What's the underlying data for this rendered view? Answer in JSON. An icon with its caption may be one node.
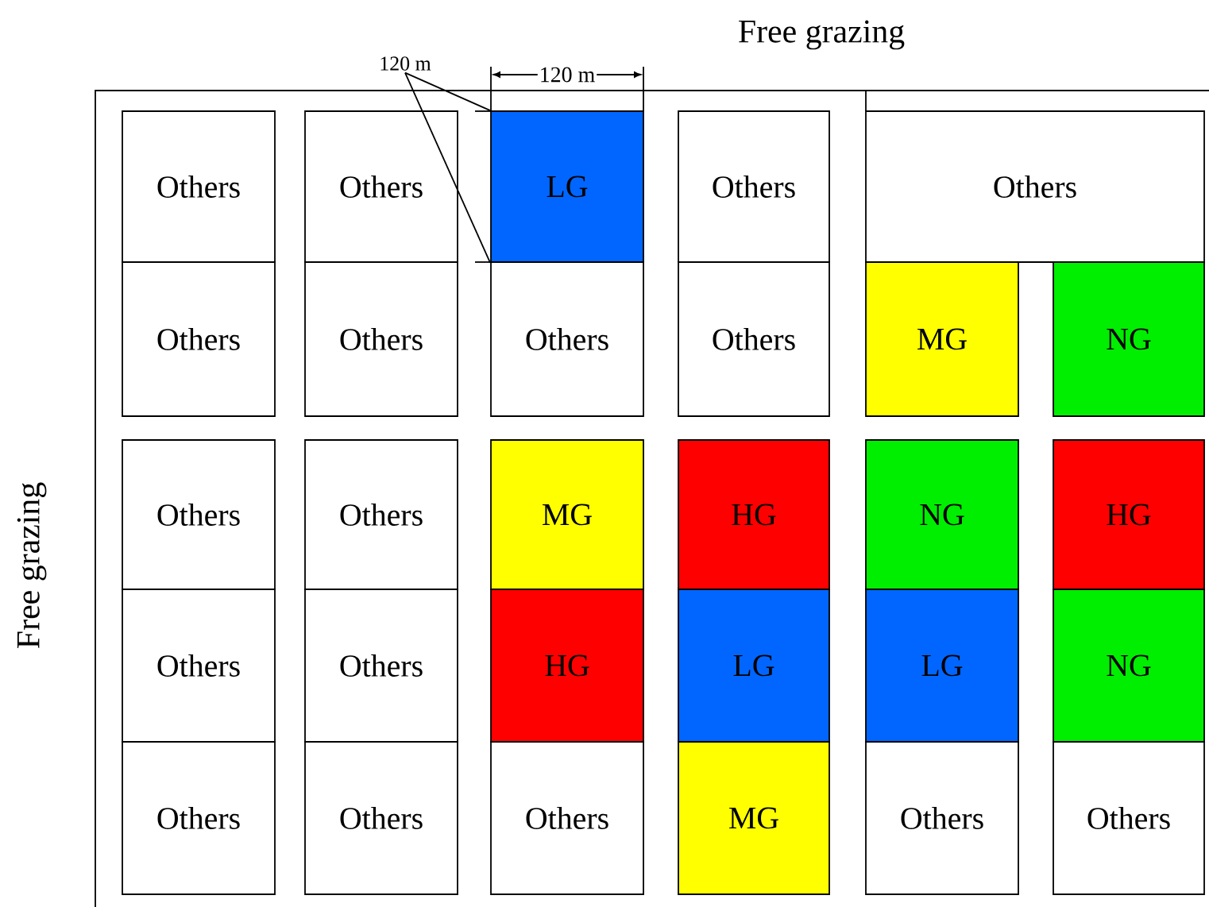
{
  "diagram": {
    "nodes": [
      {
        "text": [
          "Others"
        ]
      },
      {
        "text": [
          "Others"
        ]
      },
      {
        "text": [
          "LG"
        ]
      },
      {
        "text": [
          "Others"
        ]
      },
      {
        "text": [
          "Others"
        ]
      },
      {
        "text": [
          "Others"
        ]
      },
      {
        "text": [
          "Others"
        ]
      },
      {
        "text": [
          "Others"
        ]
      },
      {
        "text": [
          "Others"
        ]
      },
      {
        "text": [
          "MG"
        ]
      },
      {
        "text": [
          "NG"
        ]
      },
      {
        "text": [
          "Others"
        ]
      },
      {
        "text": [
          "Others"
        ]
      },
      {
        "text": [
          "MG"
        ]
      },
      {
        "text": [
          "HG"
        ]
      },
      {
        "text": [
          "NG"
        ]
      },
      {
        "text": [
          "HG"
        ]
      },
      {
        "text": [
          "Others"
        ]
      },
      {
        "text": [
          "Others"
        ]
      },
      {
        "text": [
          "HG"
        ]
      },
      {
        "text": [
          "LG"
        ]
      },
      {
        "text": [
          "LG"
        ]
      },
      {
        "text": [
          "NG"
        ]
      },
      {
        "text": [
          "Others"
        ]
      },
      {
        "text": [
          "Others"
        ]
      },
      {
        "text": [
          "Others"
        ]
      },
      {
        "text": [
          "MG"
        ]
      },
      {
        "text": [
          "Others"
        ]
      },
      {
        "text": [
          "Others"
        ]
      },
      {
        "text": [
          "120 m"
        ]
      }
    ],
    "edges": [
      {
        "from": 29,
        "to": 2,
        "arrow": "none"
      },
      {
        "from": 29,
        "to": 2,
        "arrow": "none"
      }
    ],
    "labels": [
      "Free grazing",
      "120 m",
      "Free grazing"
    ]
  }
}
